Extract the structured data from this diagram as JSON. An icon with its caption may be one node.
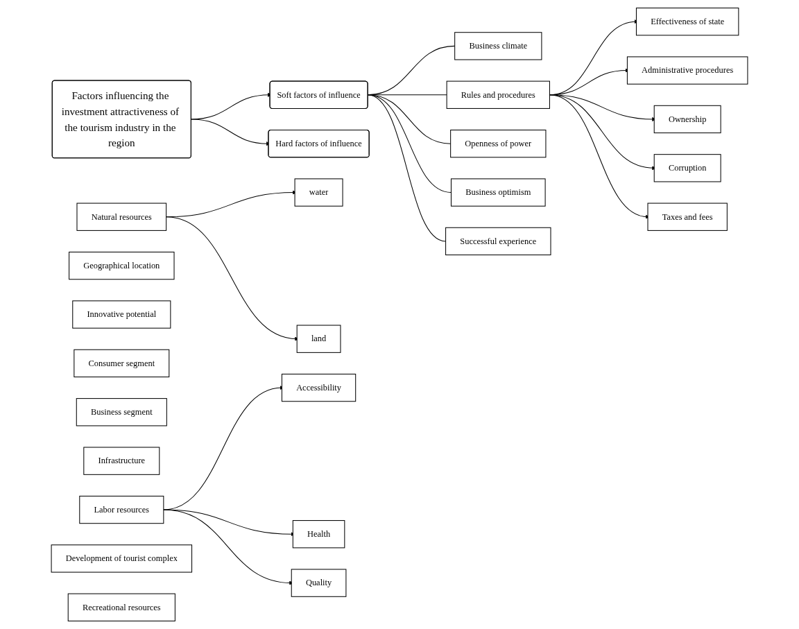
{
  "diagram": {
    "nodes": [
      {
        "text": [
          "Factors influencing the investment attractiveness of the tourism industry in the region"
        ]
      },
      {
        "text": [
          "Soft factors of influence"
        ]
      },
      {
        "text": [
          "Hard factors of influence"
        ]
      },
      {
        "text": [
          "Business climate"
        ]
      },
      {
        "text": [
          "Rules and procedures"
        ]
      },
      {
        "text": [
          "Openness of power"
        ]
      },
      {
        "text": [
          "Business optimism"
        ]
      },
      {
        "text": [
          "Successful experience"
        ]
      },
      {
        "text": [
          "Effectiveness of state"
        ]
      },
      {
        "text": [
          "Administrative procedures"
        ]
      },
      {
        "text": [
          "Ownership"
        ]
      },
      {
        "text": [
          "Corruption"
        ]
      },
      {
        "text": [
          "Taxes and fees"
        ]
      },
      {
        "text": [
          "Natural resources"
        ]
      },
      {
        "text": [
          "water"
        ]
      },
      {
        "text": [
          "land"
        ]
      },
      {
        "text": [
          "Geographical location"
        ]
      },
      {
        "text": [
          "Innovative potential"
        ]
      },
      {
        "text": [
          "Consumer segment"
        ]
      },
      {
        "text": [
          "Business segment"
        ]
      },
      {
        "text": [
          "Infrastructure"
        ]
      },
      {
        "text": [
          "Labor resources"
        ]
      },
      {
        "text": [
          "Accessibility"
        ]
      },
      {
        "text": [
          "Health"
        ]
      },
      {
        "text": [
          "Quality"
        ]
      },
      {
        "text": [
          "Development of tourist complex"
        ]
      },
      {
        "text": [
          "Recreational resources"
        ]
      }
    ],
    "edges": [
      {
        "from": 0,
        "to": 1,
        "arrow": "to"
      },
      {
        "from": 0,
        "to": 2,
        "arrow": "to"
      },
      {
        "from": 1,
        "to": 3,
        "arrow": "none"
      },
      {
        "from": 1,
        "to": 4,
        "arrow": "none"
      },
      {
        "from": 1,
        "to": 5,
        "arrow": "none"
      },
      {
        "from": 1,
        "to": 6,
        "arrow": "none"
      },
      {
        "from": 1,
        "to": 7,
        "arrow": "none"
      },
      {
        "from": 4,
        "to": 8,
        "arrow": "to"
      },
      {
        "from": 4,
        "to": 9,
        "arrow": "to"
      },
      {
        "from": 4,
        "to": 10,
        "arrow": "to"
      },
      {
        "from": 4,
        "to": 11,
        "arrow": "to"
      },
      {
        "from": 4,
        "to": 12,
        "arrow": "to"
      },
      {
        "from": 13,
        "to": 14,
        "arrow": "to"
      },
      {
        "from": 13,
        "to": 15,
        "arrow": "to"
      },
      {
        "from": 21,
        "to": 22,
        "arrow": "to"
      },
      {
        "from": 21,
        "to": 23,
        "arrow": "to"
      },
      {
        "from": 21,
        "to": 24,
        "arrow": "to"
      }
    ]
  }
}
